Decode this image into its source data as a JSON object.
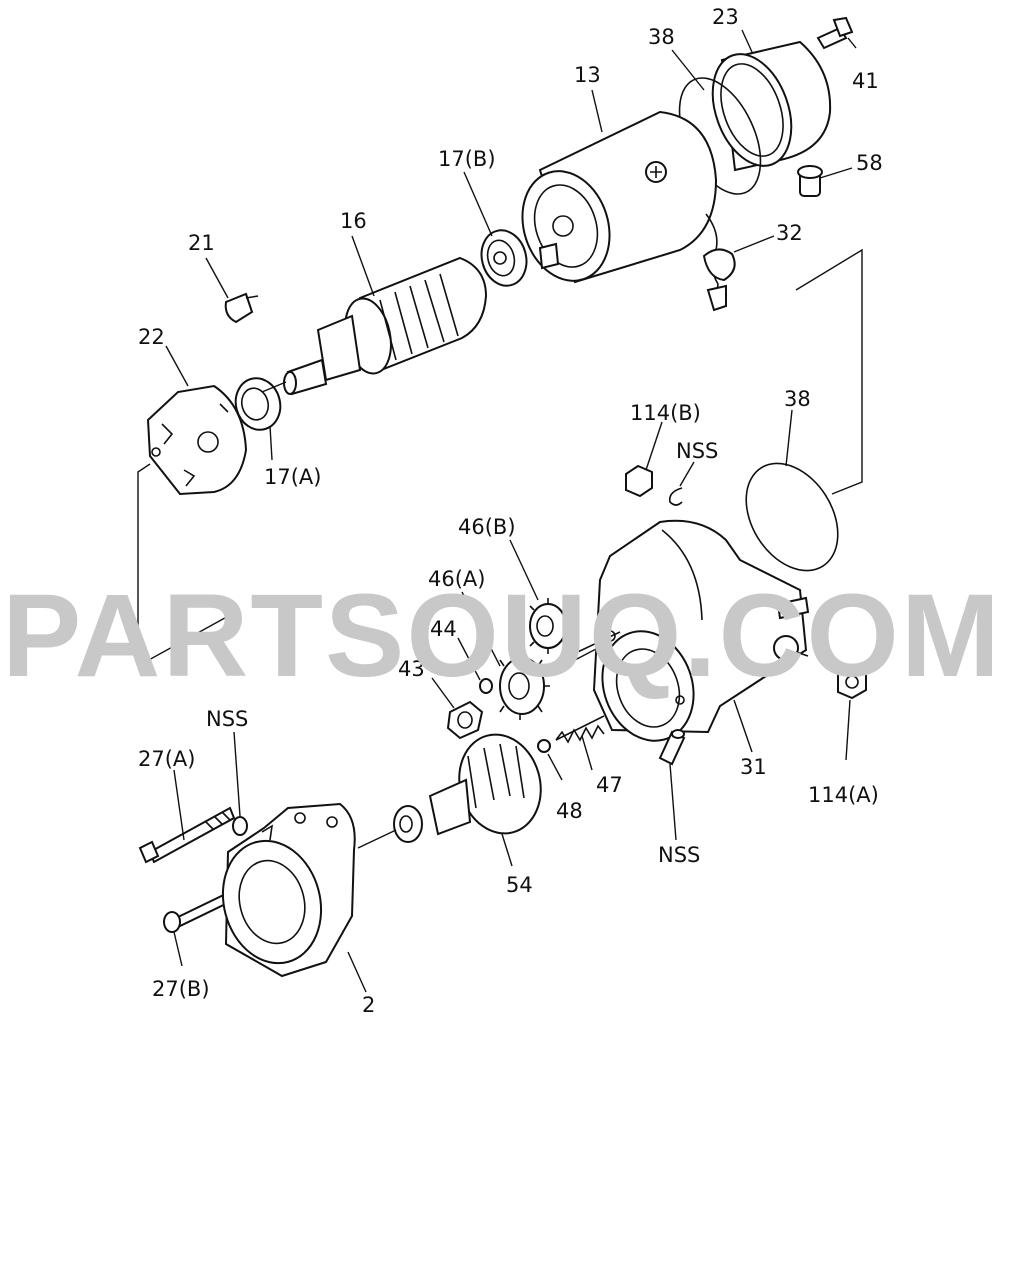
{
  "watermark": "PARTSOUQ.COM",
  "callouts": [
    {
      "id": "c23",
      "text": "23"
    },
    {
      "id": "c38a",
      "text": "38"
    },
    {
      "id": "c41",
      "text": "41"
    },
    {
      "id": "c13",
      "text": "13"
    },
    {
      "id": "c58",
      "text": "58"
    },
    {
      "id": "c17b",
      "text": "17(B)"
    },
    {
      "id": "c32",
      "text": "32"
    },
    {
      "id": "c16",
      "text": "16"
    },
    {
      "id": "c21",
      "text": "21"
    },
    {
      "id": "c22",
      "text": "22"
    },
    {
      "id": "c17a",
      "text": "17(A)"
    },
    {
      "id": "c38b",
      "text": "38"
    },
    {
      "id": "c114b",
      "text": "114(B)"
    },
    {
      "id": "cnss1",
      "text": "NSS"
    },
    {
      "id": "c46b",
      "text": "46(B)"
    },
    {
      "id": "c46a",
      "text": "46(A)"
    },
    {
      "id": "c44",
      "text": "44"
    },
    {
      "id": "c43",
      "text": "43"
    },
    {
      "id": "cnss2",
      "text": "NSS"
    },
    {
      "id": "c27a",
      "text": "27(A)"
    },
    {
      "id": "c47",
      "text": "47"
    },
    {
      "id": "c48",
      "text": "48"
    },
    {
      "id": "c31",
      "text": "31"
    },
    {
      "id": "c114a",
      "text": "114(A)"
    },
    {
      "id": "cnss3",
      "text": "NSS"
    },
    {
      "id": "c54",
      "text": "54"
    },
    {
      "id": "c27b",
      "text": "27(B)"
    },
    {
      "id": "c2",
      "text": "2"
    }
  ]
}
